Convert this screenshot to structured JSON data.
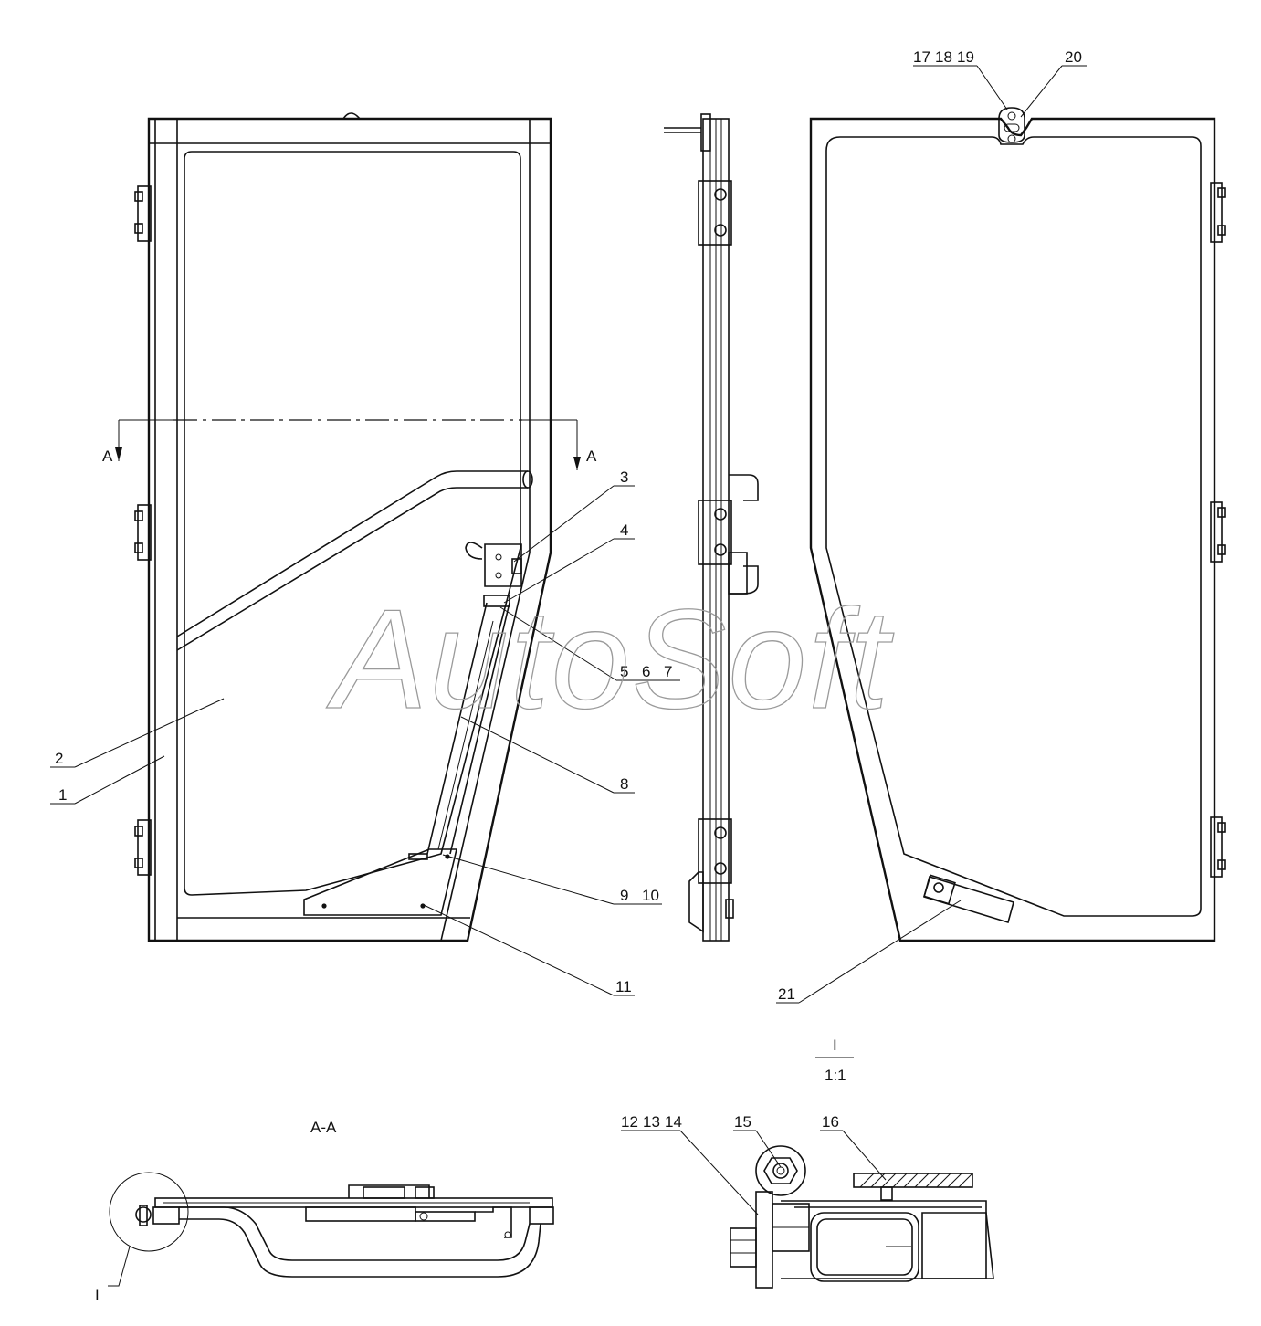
{
  "watermark": "AutoSoft",
  "section_marker": "A",
  "section_title": "A-A",
  "detail": {
    "label": "I",
    "scale": "1:1"
  },
  "callouts": {
    "c1": "1",
    "c2": "2",
    "c3": "3",
    "c4": "4",
    "c5": "5",
    "c6": "6",
    "c7": "7",
    "c8": "8",
    "c9": "9",
    "c10": "10",
    "c11": "11",
    "c12": "12",
    "c13": "13",
    "c14": "14",
    "c15": "15",
    "c16": "16",
    "c17": "17",
    "c18": "18",
    "c19": "19",
    "c20": "20",
    "c21": "21"
  }
}
